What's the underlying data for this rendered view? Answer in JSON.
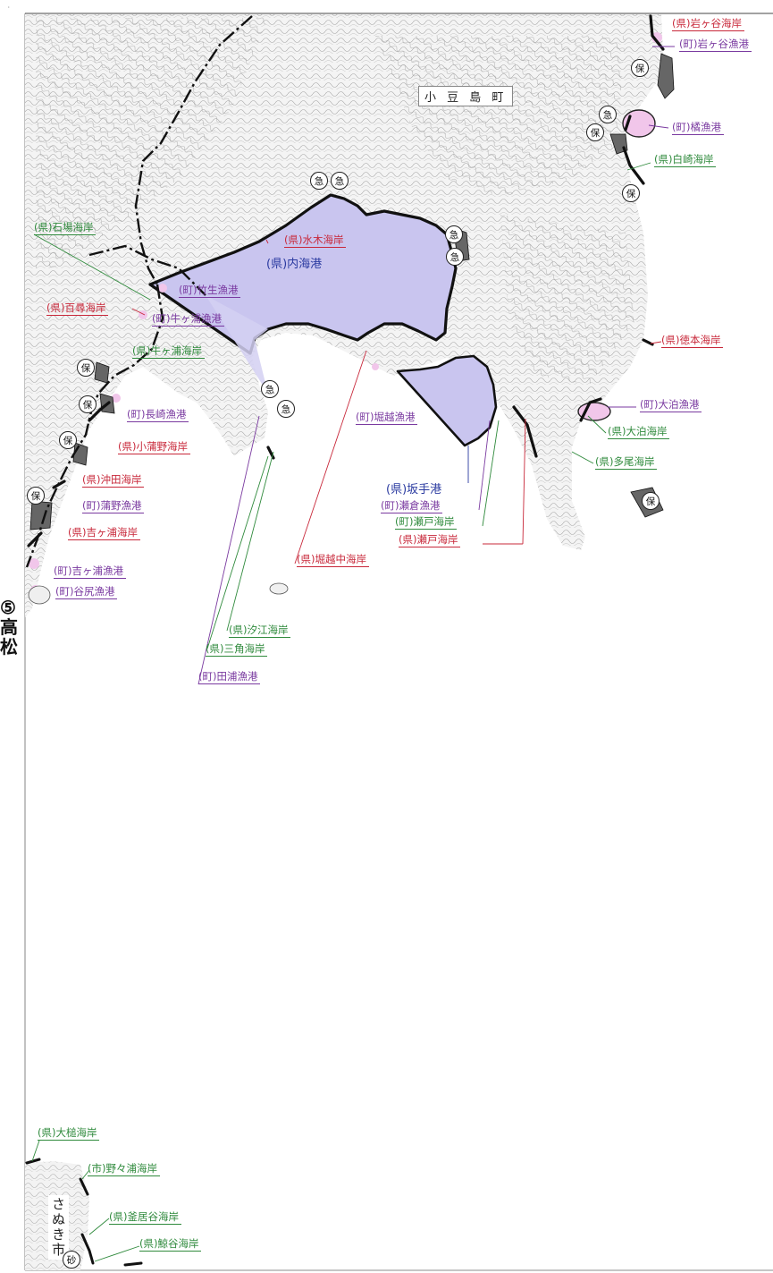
{
  "colors": {
    "prefecture_label": "#c8283a",
    "coast_label": "#2f8a3c",
    "fishing_port_label": "#7a3aa0",
    "port_area_fill": "#c9c5ef",
    "fishing_port_fill": "#f1c6ea",
    "terrain_contour": "#9a9a9a",
    "coastline": "#111111"
  },
  "town_label": "小 豆 島 町",
  "side_label": {
    "number": "⑤",
    "line1": "高",
    "line2": "松"
  },
  "city_label": "さぬき市",
  "area_marks": {
    "hogo": "保",
    "kyu": "急",
    "suna": "砂"
  },
  "labels": [
    {
      "text": "(県)岩ヶ谷海岸",
      "color": "red"
    },
    {
      "text": "(町)岩ヶ谷漁港",
      "color": "purple"
    },
    {
      "text": "(町)橘漁港",
      "color": "purple"
    },
    {
      "text": "(県)白崎海岸",
      "color": "green"
    },
    {
      "text": "(県)石場海岸",
      "color": "green"
    },
    {
      "text": "(県)水木海岸",
      "color": "red"
    },
    {
      "text": "(県)内海港",
      "color": "blue"
    },
    {
      "text": "(町)竹生漁港",
      "color": "purple"
    },
    {
      "text": "(県)百尋海岸",
      "color": "red"
    },
    {
      "text": "(町)牛ヶ浦漁港",
      "color": "purple"
    },
    {
      "text": "(県)牛ヶ浦海岸",
      "color": "green"
    },
    {
      "text": "(県)徳本海岸",
      "color": "red"
    },
    {
      "text": "(町)長崎漁港",
      "color": "purple"
    },
    {
      "text": "(町)堀越漁港",
      "color": "purple"
    },
    {
      "text": "(町)大泊漁港",
      "color": "purple"
    },
    {
      "text": "(県)大泊海岸",
      "color": "green"
    },
    {
      "text": "(県)小蒲野海岸",
      "color": "red"
    },
    {
      "text": "(県)多尾海岸",
      "color": "green"
    },
    {
      "text": "(県)沖田海岸",
      "color": "red"
    },
    {
      "text": "(町)蒲野漁港",
      "color": "purple"
    },
    {
      "text": "(県)坂手港",
      "color": "blue"
    },
    {
      "text": "(町)瀬倉漁港",
      "color": "purple"
    },
    {
      "text": "(町)瀬戸海岸",
      "color": "green"
    },
    {
      "text": "(県)吉ヶ浦海岸",
      "color": "red"
    },
    {
      "text": "(県)瀬戸海岸",
      "color": "red"
    },
    {
      "text": "(県)堀越中海岸",
      "color": "red"
    },
    {
      "text": "(町)吉ヶ浦漁港",
      "color": "purple"
    },
    {
      "text": "(町)谷尻漁港",
      "color": "purple"
    },
    {
      "text": "(県)汐江海岸",
      "color": "green"
    },
    {
      "text": "(県)三角海岸",
      "color": "green"
    },
    {
      "text": "(町)田浦漁港",
      "color": "purple"
    },
    {
      "text": "(県)大槌海岸",
      "color": "green"
    },
    {
      "text": "(市)野々浦海岸",
      "color": "green"
    },
    {
      "text": "(県)釜居谷海岸",
      "color": "green"
    },
    {
      "text": "(県)鯨谷海岸",
      "color": "green"
    }
  ]
}
